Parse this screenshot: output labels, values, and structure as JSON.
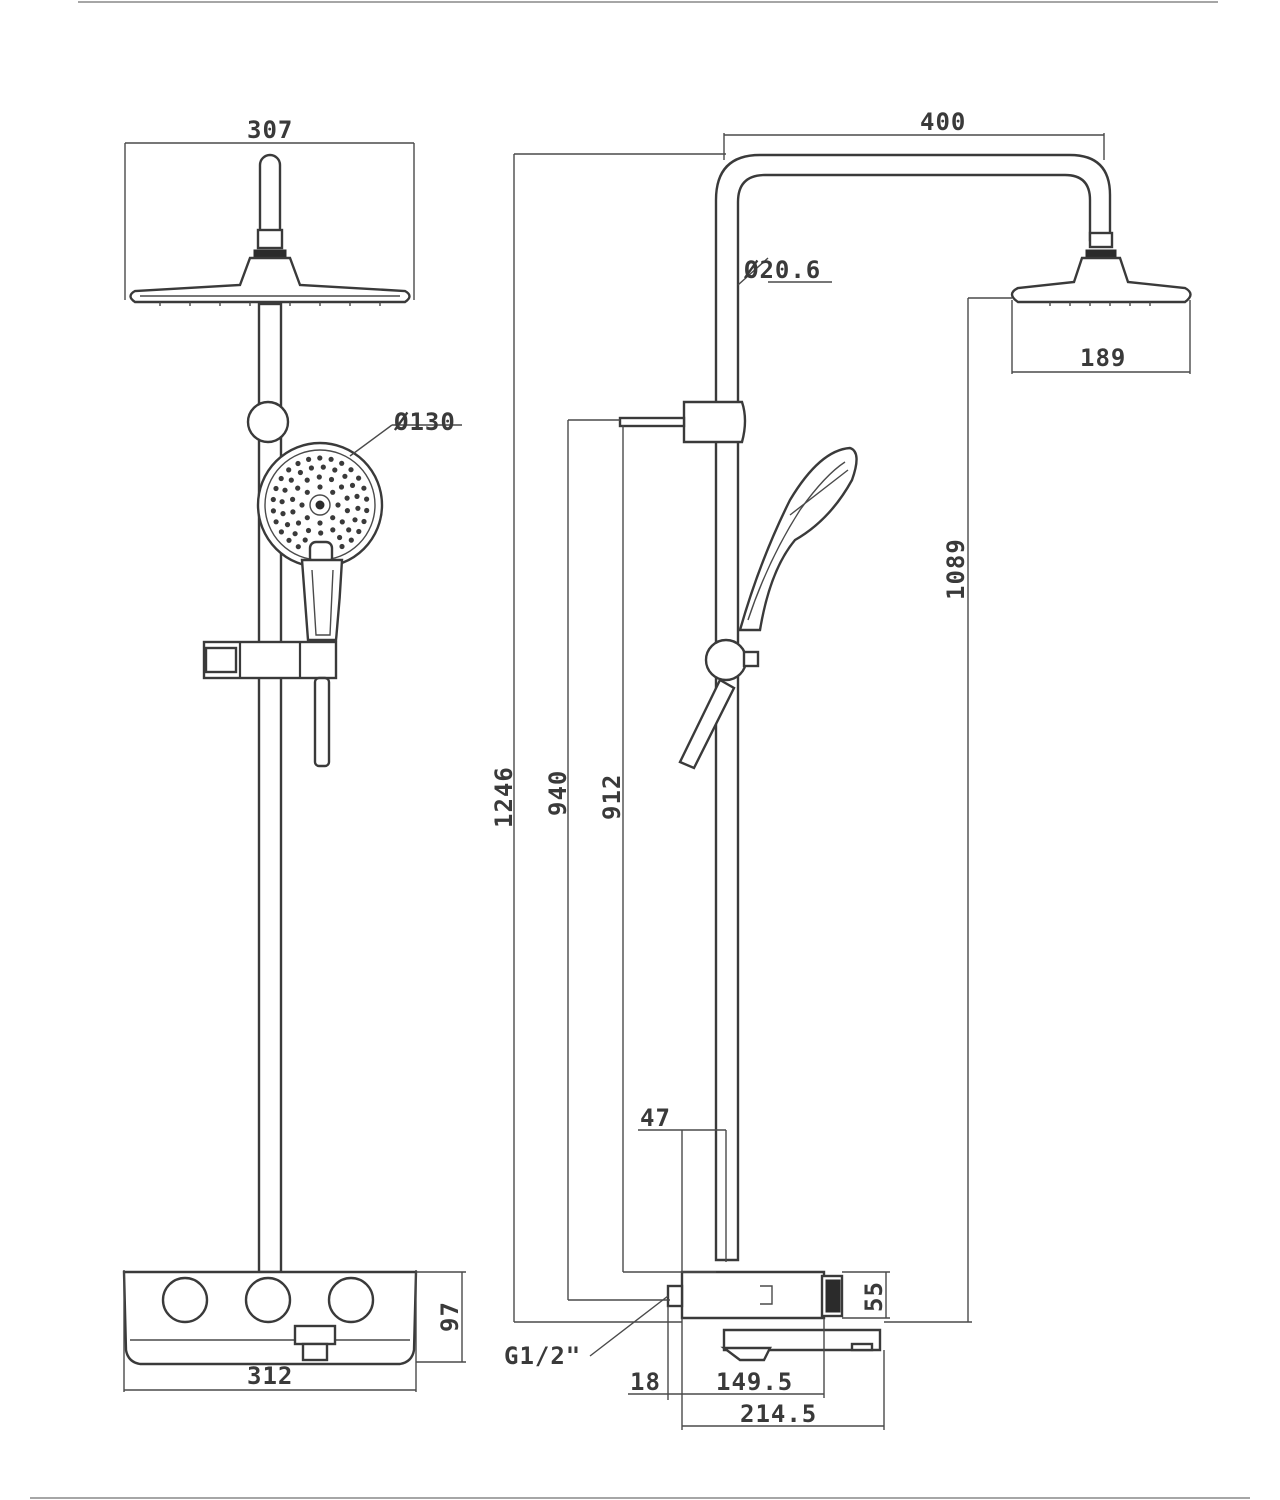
{
  "dimensions": {
    "front_head_width": "307",
    "hand_shower_diameter": "Ø130",
    "base_width": "312",
    "base_height": "97",
    "side_arm_reach": "400",
    "pipe_diameter": "Ø20.6",
    "side_head_depth": "189",
    "head_height": "1089",
    "total_height": "1246",
    "holder_height_a": "940",
    "holder_height_b": "912",
    "pipe_offset": "47",
    "body_height": "55",
    "inlet_thread": "G1/2\"",
    "inlet_offset": "18",
    "body_depth": "149.5",
    "total_depth": "214.5"
  },
  "colors": {
    "line": "#3a3a3a",
    "knob": "#2b2b2b",
    "background": "#ffffff"
  }
}
